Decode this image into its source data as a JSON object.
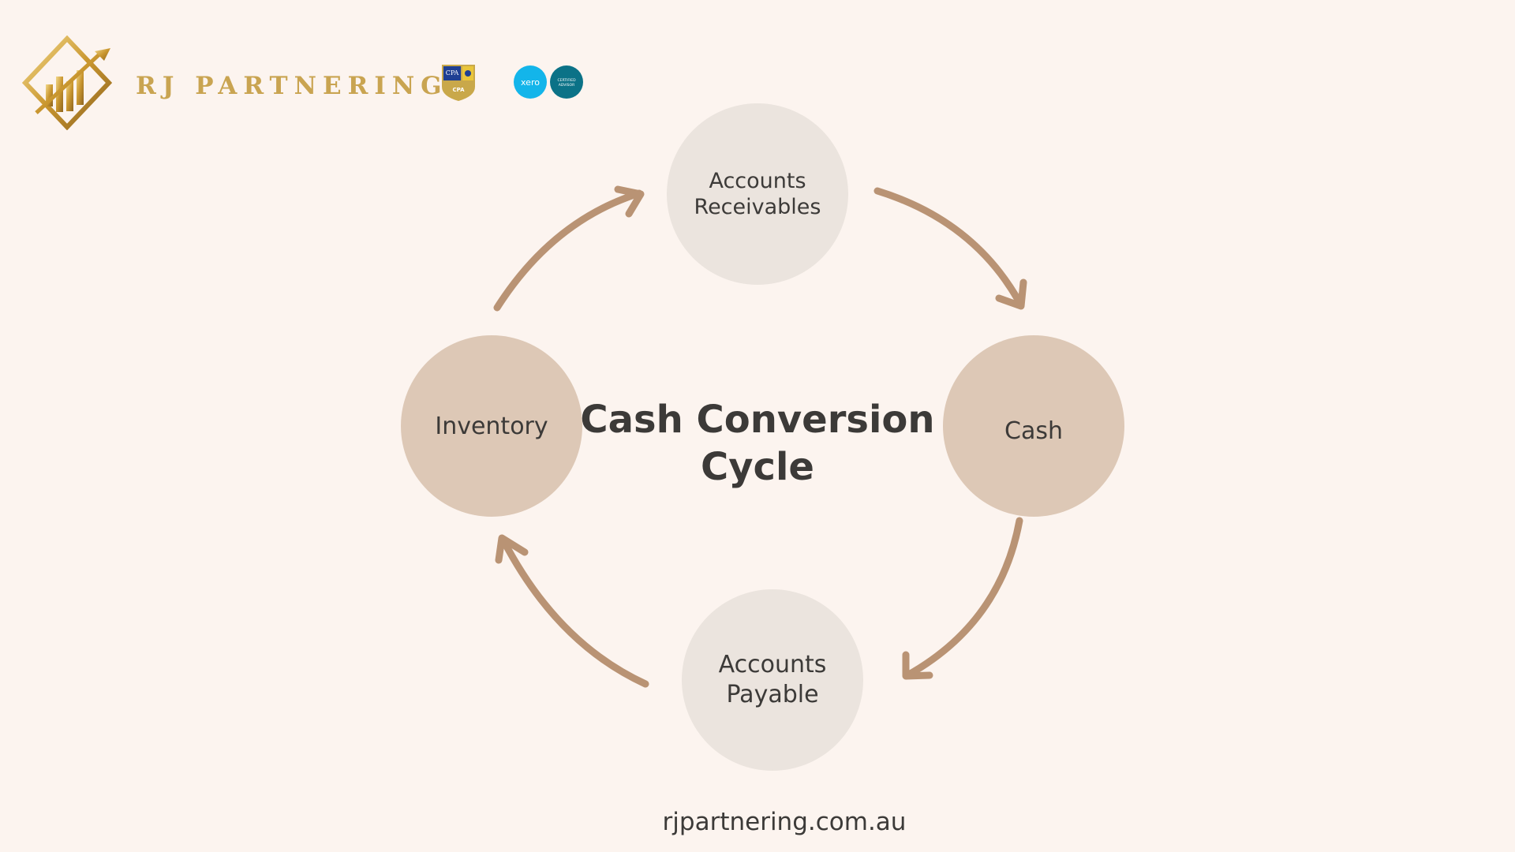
{
  "brand": {
    "name": "RJ PARTNERING",
    "accent_color": "#c9a451",
    "logo_icon": "gold-diamond-chart-logo",
    "badges": [
      {
        "icon": "cpa-shield-badge",
        "text": "CPA"
      },
      {
        "icon": "xero-certified-advisor-badge",
        "text": "xero",
        "subtext": "CERTIFIED ADVISOR"
      }
    ]
  },
  "diagram": {
    "title": "Cash Conversion Cycle",
    "nodes": [
      {
        "id": "accounts-receivables",
        "line1": "Accounts",
        "line2": "Receivables",
        "color": "#ebe4de"
      },
      {
        "id": "cash",
        "label": "Cash",
        "color": "#ddc8b6"
      },
      {
        "id": "accounts-payable",
        "line1": "Accounts",
        "line2": "Payable",
        "color": "#ebe4de"
      },
      {
        "id": "inventory",
        "label": "Inventory",
        "color": "#ddc8b6"
      }
    ],
    "arrow_color": "#b99374",
    "flow": [
      "accounts-receivables",
      "cash",
      "accounts-payable",
      "inventory",
      "accounts-receivables"
    ]
  },
  "footer": {
    "url": "rjpartnering.com.au"
  }
}
